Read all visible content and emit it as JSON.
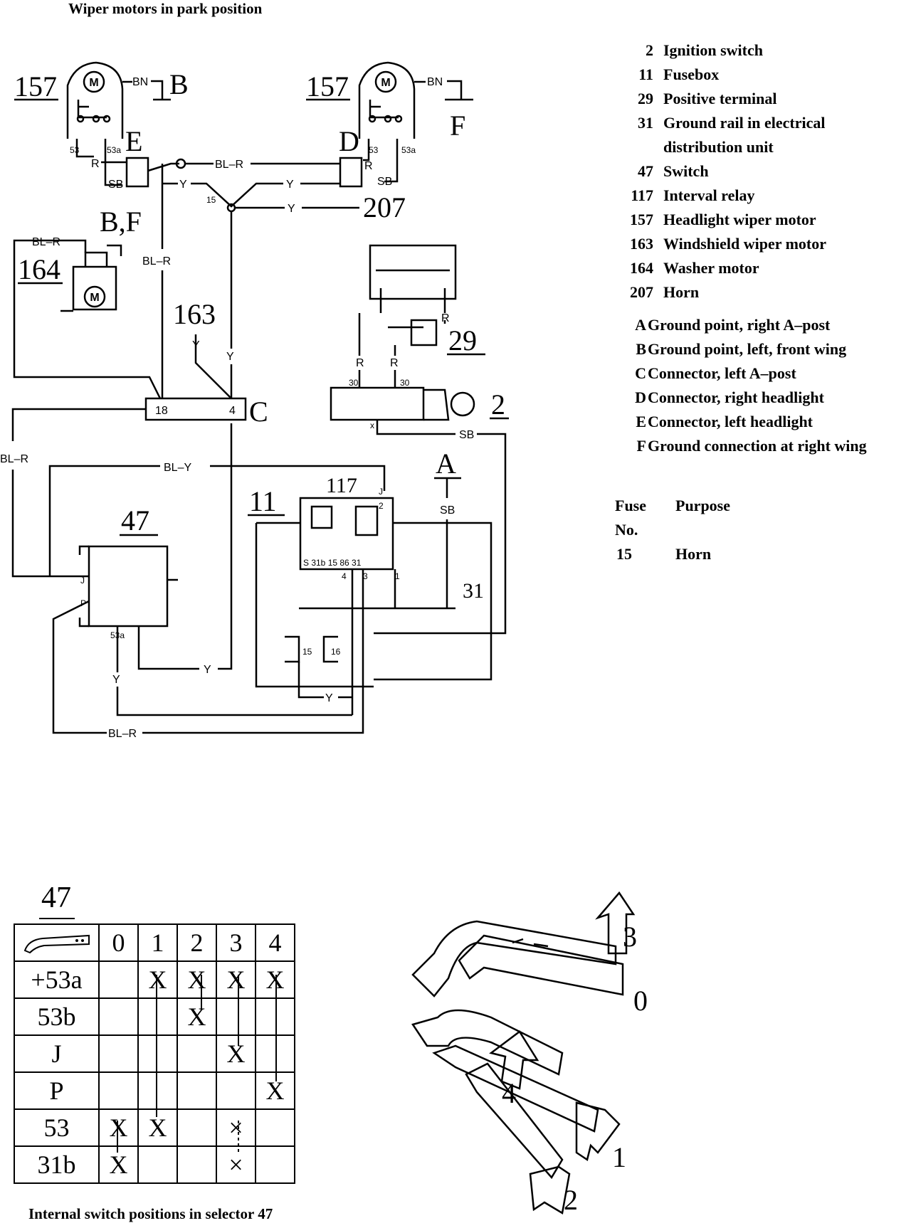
{
  "title": "Wiper motors in park position",
  "caption": "Internal switch positions in selector 47",
  "legend": [
    {
      "num": "2",
      "text": "Ignition switch"
    },
    {
      "num": "11",
      "text": "Fusebox"
    },
    {
      "num": "29",
      "text": "Positive terminal"
    },
    {
      "num": "31",
      "text": "Ground rail in electrical"
    },
    {
      "num": "",
      "text": "distribution unit"
    },
    {
      "num": "47",
      "text": "Switch"
    },
    {
      "num": "117",
      "text": "Interval relay"
    },
    {
      "num": "157",
      "text": "Headlight wiper motor"
    },
    {
      "num": "163",
      "text": "Windshield wiper motor"
    },
    {
      "num": "164",
      "text": "Washer motor"
    },
    {
      "num": "207",
      "text": "Horn"
    }
  ],
  "points": [
    {
      "num": "A",
      "text": "Ground point, right A–post"
    },
    {
      "num": "B",
      "text": "Ground point, left, front wing"
    },
    {
      "num": "C",
      "text": "Connector, left A–post"
    },
    {
      "num": "D",
      "text": "Connector, right headlight"
    },
    {
      "num": "E",
      "text": "Connector, left headlight"
    },
    {
      "num": "F",
      "text": "Ground connection at right wing"
    }
  ],
  "fuse": {
    "col1": "Fuse",
    "col1b": "No.",
    "col2": "Purpose",
    "rows": [
      {
        "no": "15",
        "purpose": "Horn"
      }
    ]
  },
  "diagram": {
    "labels": {
      "m157_left": "157",
      "m157_right": "157",
      "m164": "164",
      "m163": "163",
      "m207": "207",
      "m29": "29",
      "m2": "2",
      "m47": "47",
      "m117": "117",
      "m11": "11",
      "m31": "31",
      "B": "B",
      "E": "E",
      "D": "D",
      "F": "F",
      "BF": "B,F",
      "C": "C",
      "A": "A",
      "M": "M",
      "t53": "53",
      "t53a": "53a",
      "t18": "18",
      "t4": "4",
      "t15": "15",
      "t30a": "30",
      "t30b": "30",
      "tx": "x",
      "tJ": "J",
      "tP": "P",
      "tJ2": "J",
      "t2": "2",
      "t31b": "S 31b 15  86  31",
      "t4b": "4",
      "t3": "3",
      "t1": "1",
      "r15": "15",
      "r16": "16"
    },
    "wires": {
      "BN": "BN",
      "BLR": "BL–R",
      "Y": "Y",
      "R": "R",
      "SB": "SB",
      "BLY": "BL–Y"
    }
  },
  "switch_table": {
    "label": "47",
    "positions": [
      "0",
      "1",
      "2",
      "3",
      "4"
    ],
    "rows": [
      {
        "terminal": "+53a",
        "marks": [
          "",
          "X",
          "X",
          "X",
          "X"
        ]
      },
      {
        "terminal": "53b",
        "marks": [
          "",
          "",
          "X",
          "",
          ""
        ]
      },
      {
        "terminal": "J",
        "marks": [
          "",
          "",
          "",
          "X",
          ""
        ]
      },
      {
        "terminal": "P",
        "marks": [
          "",
          "",
          "",
          "",
          "X"
        ]
      },
      {
        "terminal": "53",
        "marks": [
          "X",
          "X",
          "",
          "×",
          ""
        ]
      },
      {
        "terminal": "31b",
        "marks": [
          "X",
          "",
          "",
          "×",
          ""
        ]
      }
    ]
  },
  "lever_positions": [
    "3",
    "0",
    "4",
    "1",
    "2"
  ]
}
